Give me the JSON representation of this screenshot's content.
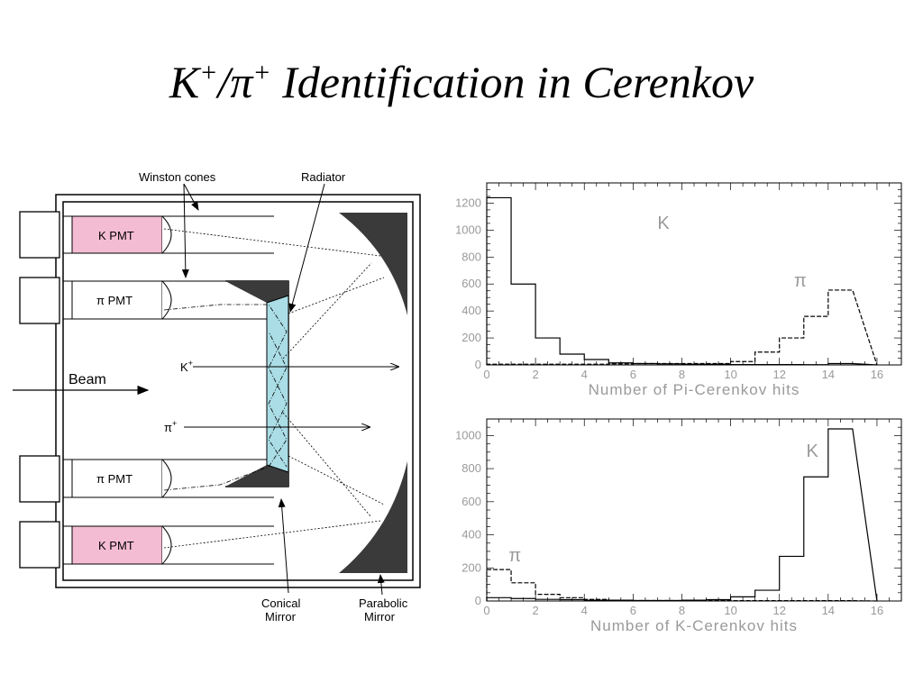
{
  "title": {
    "k": "K",
    "plus1": "+",
    "slash": "/",
    "pi": "π",
    "plus2": "+",
    "rest": " Identification in Cerenkov"
  },
  "diagram": {
    "labels": {
      "winston_cones": "Winston cones",
      "radiator": "Radiator",
      "k_pmt_top": "K PMT",
      "pi_pmt_top": "π PMT",
      "beam": "Beam",
      "k_plus": "K",
      "k_plus_sup": "+",
      "pi_plus": "π",
      "pi_plus_sup": "+",
      "pi_pmt_bottom": "π PMT",
      "k_pmt_bottom": "K PMT",
      "conical_mirror_1": "Conical",
      "conical_mirror_2": "Mirror",
      "parabolic_mirror_1": "Parabolic",
      "parabolic_mirror_2": "Mirror"
    },
    "colors": {
      "k_pmt_fill": "#f4bcd2",
      "radiator_fill": "#aadde6",
      "mirror_fill": "#3a3a3a"
    }
  },
  "chart_data": [
    {
      "type": "bar",
      "xlabel": "Number of Pi-Cerenkov hits",
      "ylabel": "",
      "xlim": [
        0,
        17
      ],
      "ylim": [
        0,
        1350
      ],
      "xticks": [
        0,
        2,
        4,
        6,
        8,
        10,
        12,
        14,
        16
      ],
      "yticks": [
        0,
        200,
        400,
        600,
        800,
        1000,
        1200
      ],
      "annotations": [
        "K",
        "π"
      ],
      "series": [
        {
          "name": "K",
          "style": "solid",
          "bin_edges": [
            0,
            1,
            2,
            3,
            4,
            5,
            6,
            7,
            8,
            9,
            10,
            11,
            12,
            13,
            14,
            15
          ],
          "values": [
            1240,
            600,
            200,
            80,
            40,
            15,
            10,
            8,
            5,
            5,
            3,
            3,
            3,
            2,
            10
          ]
        },
        {
          "name": "π",
          "style": "dashed",
          "bin_edges": [
            0,
            1,
            2,
            3,
            4,
            5,
            6,
            7,
            8,
            9,
            10,
            11,
            12,
            13,
            14,
            15
          ],
          "values": [
            5,
            5,
            5,
            5,
            5,
            8,
            10,
            10,
            10,
            10,
            25,
            95,
            200,
            360,
            555
          ]
        }
      ]
    },
    {
      "type": "bar",
      "xlabel": "Number of K-Cerenkov hits",
      "ylabel": "",
      "xlim": [
        0,
        17
      ],
      "ylim": [
        0,
        1100
      ],
      "xticks": [
        0,
        2,
        4,
        6,
        8,
        10,
        12,
        14,
        16
      ],
      "yticks": [
        0,
        200,
        400,
        600,
        800,
        1000
      ],
      "annotations": [
        "K",
        "π"
      ],
      "series": [
        {
          "name": "K",
          "style": "solid",
          "bin_edges": [
            0,
            1,
            2,
            3,
            4,
            5,
            6,
            7,
            8,
            9,
            10,
            11,
            12,
            13,
            14,
            15
          ],
          "values": [
            20,
            15,
            10,
            8,
            5,
            5,
            3,
            3,
            5,
            8,
            25,
            65,
            270,
            750,
            1040
          ]
        },
        {
          "name": "π",
          "style": "dashed",
          "bin_edges": [
            0,
            1,
            2,
            3,
            4,
            5,
            6,
            7,
            8,
            9,
            10,
            11,
            12,
            13,
            14,
            15
          ],
          "values": [
            190,
            110,
            40,
            20,
            10,
            5,
            3,
            3,
            2,
            2,
            2,
            2,
            2,
            2,
            2
          ]
        }
      ]
    }
  ]
}
